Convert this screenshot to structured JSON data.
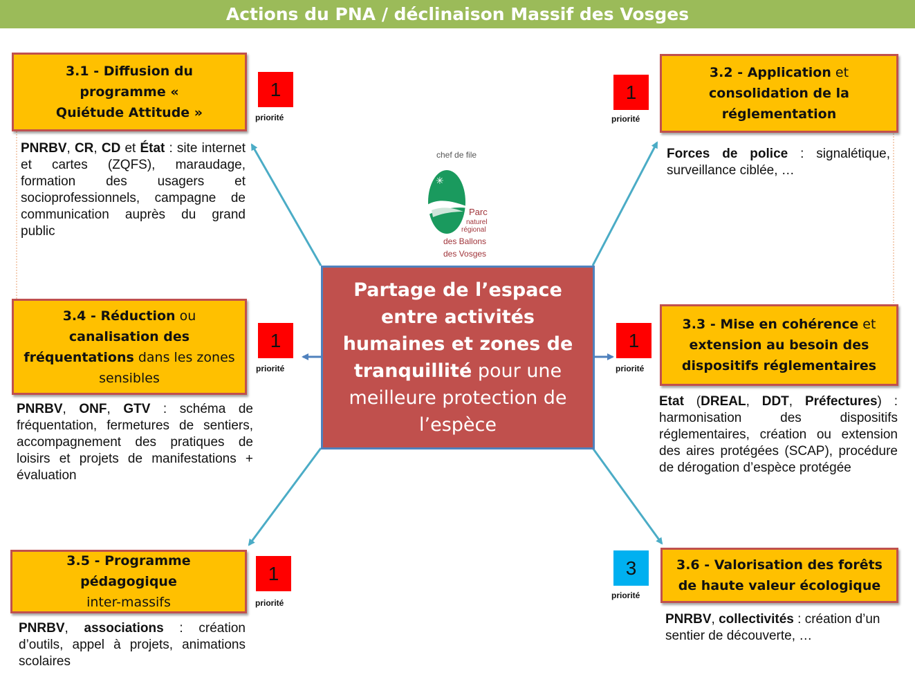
{
  "title": "Actions du PNA / déclinaison Massif des Vosges",
  "colors": {
    "title_bar": "#9bbb59",
    "action_box": "#ffc000",
    "action_border": "#c0504d",
    "center_box": "#c0504d",
    "arrow": "#4bacc6",
    "priority_1": "#ff0000",
    "priority_3": "#00b0f0"
  },
  "priority_label": "priorité",
  "chef_de_file": "chef de file",
  "logo": {
    "line1": "Parc",
    "line2": "naturel",
    "line3": "régional",
    "line4": "des Ballons",
    "line5": "des Vosges"
  },
  "center": {
    "bold": "Partage de l’espace entre activités humaines et zones de tranquillité",
    "normal": " pour une meilleure protection de l’espèce"
  },
  "actions": {
    "a31": {
      "title_bold": "3.1 - Diffusion du programme « Quiétude Attitude »",
      "priority": "1",
      "desc": [
        {
          "t": "PNRBV",
          "b": true
        },
        {
          "t": ", "
        },
        {
          "t": "CR",
          "b": true
        },
        {
          "t": ", "
        },
        {
          "t": "CD",
          "b": true
        },
        {
          "t": " et "
        },
        {
          "t": "État",
          "b": true
        },
        {
          "t": " : site internet et cartes (ZQFS), maraudage, formation des usagers et socioprofessionnels, campagne de communication auprès du grand public"
        }
      ]
    },
    "a32": {
      "title_bold_1": "3.2 - Application",
      "title_normal": " et ",
      "title_bold_2": "consolidation de la réglementation",
      "priority": "1",
      "desc": [
        {
          "t": "Forces de police",
          "b": true
        },
        {
          "t": " : signalétique, surveillance ciblée, …"
        }
      ]
    },
    "a33": {
      "title_bold_1": "3.3 - Mise en cohérence",
      "title_normal": " et ",
      "title_bold_2": "extension au besoin des dispositifs réglementaires",
      "priority": "1",
      "desc": [
        {
          "t": "Etat",
          "b": true
        },
        {
          "t": " ("
        },
        {
          "t": "DREAL",
          "b": true
        },
        {
          "t": ", "
        },
        {
          "t": "DDT",
          "b": true
        },
        {
          "t": ", "
        },
        {
          "t": "Préfectures",
          "b": true
        },
        {
          "t": ") : harmonisation des dispositifs réglementaires, création ou extension des aires protégées (SCAP), procédure de dérogation d’espèce protégée"
        }
      ]
    },
    "a34": {
      "title_bold_1": "3.4 - Réduction",
      "title_normal_1": " ou ",
      "title_bold_2": "canalisation des fréquentations",
      "title_normal_2": " dans les zones sensibles",
      "priority": "1",
      "desc": [
        {
          "t": "PNRBV",
          "b": true
        },
        {
          "t": ", "
        },
        {
          "t": "ONF",
          "b": true
        },
        {
          "t": ", "
        },
        {
          "t": "GTV",
          "b": true
        },
        {
          "t": " : schéma de fréquentation, fermetures de sentiers, accompagnement des pratiques de loisirs et projets de manifestations + évaluation"
        }
      ]
    },
    "a35": {
      "title_bold": "3.5 - Programme pédagogique",
      "title_normal": "inter-massifs",
      "priority": "1",
      "desc": [
        {
          "t": "PNRBV",
          "b": true
        },
        {
          "t": ", "
        },
        {
          "t": "associations",
          "b": true
        },
        {
          "t": " : création d’outils, appel à projets, animations scolaires"
        }
      ]
    },
    "a36": {
      "title_bold": "3.6 - Valorisation des forêts de haute valeur écologique",
      "priority": "3",
      "desc": [
        {
          "t": "PNRBV",
          "b": true
        },
        {
          "t": ", "
        },
        {
          "t": "collectivités",
          "b": true
        },
        {
          "t": " : création d’un sentier de découverte, …"
        }
      ]
    }
  }
}
